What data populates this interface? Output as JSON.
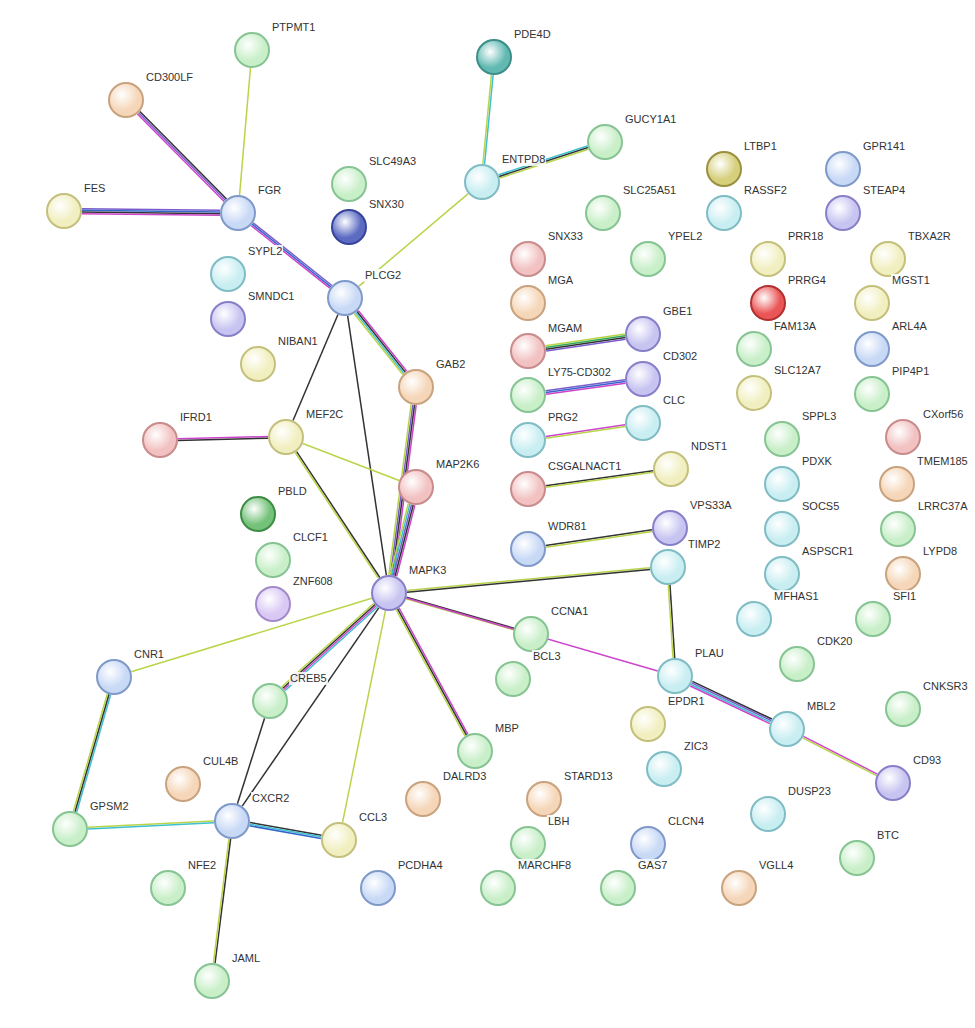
{
  "diagram": {
    "nodes": [
      {
        "text": [
          "PTPMT1"
        ]
      },
      {
        "text": [
          "CD300LF"
        ]
      },
      {
        "text": [
          "PDE4D"
        ]
      },
      {
        "text": [
          "GUCY1A1"
        ]
      },
      {
        "text": [
          "ENTPD8"
        ]
      },
      {
        "text": [
          "FES"
        ]
      },
      {
        "text": [
          "FGR"
        ]
      },
      {
        "text": [
          "SLC49A3"
        ]
      },
      {
        "text": [
          "SNX30"
        ]
      },
      {
        "text": [
          "LTBP1"
        ]
      },
      {
        "text": [
          "GPR141"
        ]
      },
      {
        "text": [
          "RASSF2"
        ]
      },
      {
        "text": [
          "STEAP4"
        ]
      },
      {
        "text": [
          "SLC25A51"
        ]
      },
      {
        "text": [
          "SYPL2"
        ]
      },
      {
        "text": [
          "PLCG2"
        ]
      },
      {
        "text": [
          "SNX33"
        ]
      },
      {
        "text": [
          "YPEL2"
        ]
      },
      {
        "text": [
          "PRR18"
        ]
      },
      {
        "text": [
          "TBXA2R"
        ]
      },
      {
        "text": [
          "SMNDC1"
        ]
      },
      {
        "text": [
          "MGA"
        ]
      },
      {
        "text": [
          "GBE1"
        ]
      },
      {
        "text": [
          "PRRG4"
        ]
      },
      {
        "text": [
          "MGST1"
        ]
      },
      {
        "text": [
          "NIBAN1"
        ]
      },
      {
        "text": [
          "GAB2"
        ]
      },
      {
        "text": [
          "MGAM"
        ]
      },
      {
        "text": [
          "FAM13A"
        ]
      },
      {
        "text": [
          "ARL4A"
        ]
      },
      {
        "text": [
          "LY75-CD302"
        ]
      },
      {
        "text": [
          "CD302"
        ]
      },
      {
        "text": [
          "SLC12A7"
        ]
      },
      {
        "text": [
          "PIP4P1"
        ]
      },
      {
        "text": [
          "IFRD1"
        ]
      },
      {
        "text": [
          "MEF2C"
        ]
      },
      {
        "text": [
          "PRG2"
        ]
      },
      {
        "text": [
          "CLC"
        ]
      },
      {
        "text": [
          "SPPL3"
        ]
      },
      {
        "text": [
          "CXorf56"
        ]
      },
      {
        "text": [
          "MAP2K6"
        ]
      },
      {
        "text": [
          "CSGALNACT1"
        ]
      },
      {
        "text": [
          "NDST1"
        ]
      },
      {
        "text": [
          "PDXK"
        ]
      },
      {
        "text": [
          "TMEM185"
        ]
      },
      {
        "text": [
          "PBLD"
        ]
      },
      {
        "text": [
          "SOCS5"
        ]
      },
      {
        "text": [
          "LRRC37A"
        ]
      },
      {
        "text": [
          "CLCF1"
        ]
      },
      {
        "text": [
          "WDR81"
        ]
      },
      {
        "text": [
          "VPS33A"
        ]
      },
      {
        "text": [
          "ZNF608"
        ]
      },
      {
        "text": [
          "MAPK3"
        ]
      },
      {
        "text": [
          "TIMP2"
        ]
      },
      {
        "text": [
          "ASPSCR1"
        ]
      },
      {
        "text": [
          "LYPD8"
        ]
      },
      {
        "text": [
          "MFHAS1"
        ]
      },
      {
        "text": [
          "SFI1"
        ]
      },
      {
        "text": [
          "CCNA1"
        ]
      },
      {
        "text": [
          "CDK20"
        ]
      },
      {
        "text": [
          "CNR1"
        ]
      },
      {
        "text": [
          "BCL3"
        ]
      },
      {
        "text": [
          "PLAU"
        ]
      },
      {
        "text": [
          "CREB5"
        ]
      },
      {
        "text": [
          "EPDR1"
        ]
      },
      {
        "text": [
          "MBL2"
        ]
      },
      {
        "text": [
          "CNKSR3"
        ]
      },
      {
        "text": [
          "MBP"
        ]
      },
      {
        "text": [
          "ZIC3"
        ]
      },
      {
        "text": [
          "CD93"
        ]
      },
      {
        "text": [
          "CUL4B"
        ]
      },
      {
        "text": [
          "DALRD3"
        ]
      },
      {
        "text": [
          "STARD13"
        ]
      },
      {
        "text": [
          "DUSP23"
        ]
      },
      {
        "text": [
          "CXCR2"
        ]
      },
      {
        "text": [
          "CCL3"
        ]
      },
      {
        "text": [
          "GPSM2"
        ]
      },
      {
        "text": [
          "LBH"
        ]
      },
      {
        "text": [
          "CLCN4"
        ]
      },
      {
        "text": [
          "BTC"
        ]
      },
      {
        "text": [
          "NFE2"
        ]
      },
      {
        "text": [
          "PCDHA4"
        ]
      },
      {
        "text": [
          "MARCHF8"
        ]
      },
      {
        "text": [
          "GAS7"
        ]
      },
      {
        "text": [
          "VGLL4"
        ]
      },
      {
        "text": [
          "JAML"
        ]
      }
    ],
    "edges": [
      {
        "from": 0,
        "to": 6,
        "arrow": "none"
      },
      {
        "from": 1,
        "to": 6,
        "arrow": "none"
      },
      {
        "from": 5,
        "to": 6,
        "arrow": "none"
      },
      {
        "from": 6,
        "to": 15,
        "arrow": "none"
      },
      {
        "from": 2,
        "to": 4,
        "arrow": "none"
      },
      {
        "from": 3,
        "to": 4,
        "arrow": "none"
      },
      {
        "from": 4,
        "to": 15,
        "arrow": "none"
      },
      {
        "from": 15,
        "to": 26,
        "arrow": "none"
      },
      {
        "from": 15,
        "to": 35,
        "arrow": "none"
      },
      {
        "from": 15,
        "to": 52,
        "arrow": "none"
      },
      {
        "from": 26,
        "to": 52,
        "arrow": "none"
      },
      {
        "from": 40,
        "to": 52,
        "arrow": "none"
      },
      {
        "from": 34,
        "to": 35,
        "arrow": "none"
      },
      {
        "from": 35,
        "to": 52,
        "arrow": "none"
      },
      {
        "from": 35,
        "to": 40,
        "arrow": "none"
      },
      {
        "from": 27,
        "to": 22,
        "arrow": "none"
      },
      {
        "from": 30,
        "to": 31,
        "arrow": "none"
      },
      {
        "from": 36,
        "to": 37,
        "arrow": "none"
      },
      {
        "from": 41,
        "to": 42,
        "arrow": "none"
      },
      {
        "from": 49,
        "to": 50,
        "arrow": "none"
      },
      {
        "from": 52,
        "to": 53,
        "arrow": "none"
      },
      {
        "from": 53,
        "to": 62,
        "arrow": "none"
      },
      {
        "from": 52,
        "to": 58,
        "arrow": "none"
      },
      {
        "from": 52,
        "to": 62,
        "arrow": "none"
      },
      {
        "from": 62,
        "to": 65,
        "arrow": "none"
      },
      {
        "from": 65,
        "to": 69,
        "arrow": "none"
      },
      {
        "from": 52,
        "to": 60,
        "arrow": "none"
      },
      {
        "from": 52,
        "to": 63,
        "arrow": "none"
      },
      {
        "from": 52,
        "to": 74,
        "arrow": "none"
      },
      {
        "from": 52,
        "to": 75,
        "arrow": "none"
      },
      {
        "from": 52,
        "to": 67,
        "arrow": "none"
      },
      {
        "from": 60,
        "to": 76,
        "arrow": "none"
      },
      {
        "from": 63,
        "to": 74,
        "arrow": "none"
      },
      {
        "from": 76,
        "to": 74,
        "arrow": "none"
      },
      {
        "from": 74,
        "to": 75,
        "arrow": "none"
      },
      {
        "from": 74,
        "to": 85,
        "arrow": "none"
      }
    ]
  }
}
